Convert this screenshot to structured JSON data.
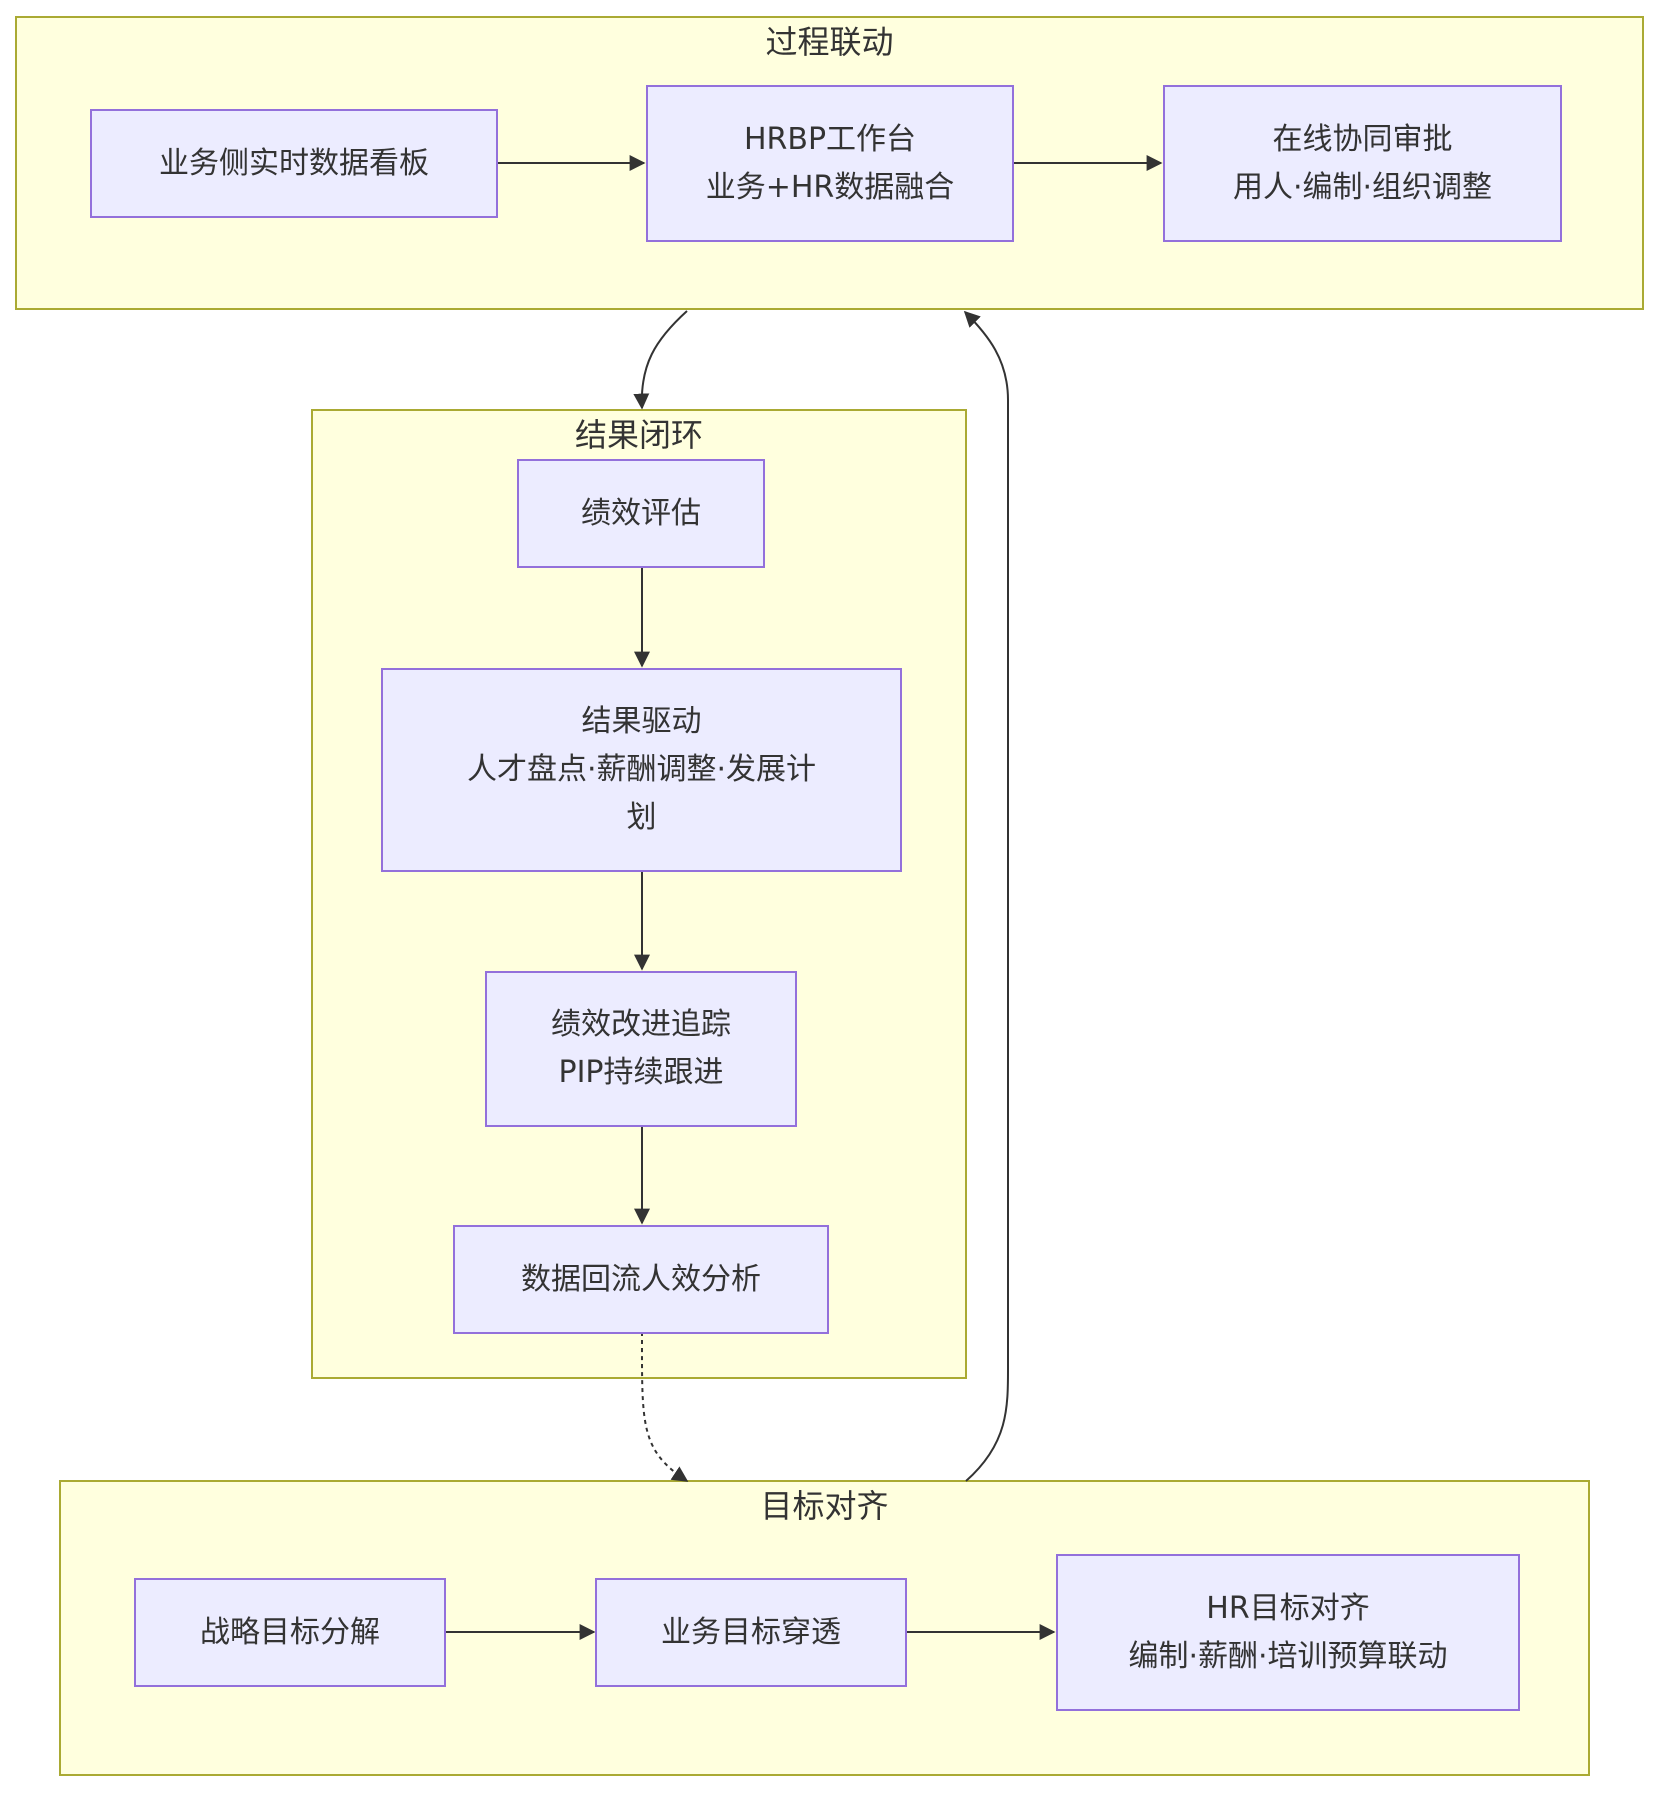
{
  "clusters": {
    "process": {
      "title": "过程联动"
    },
    "result": {
      "title": "结果闭环"
    },
    "goal": {
      "title": "目标对齐"
    }
  },
  "nodes": {
    "dashboard": {
      "lines": [
        "业务侧实时数据看板"
      ]
    },
    "hrbp": {
      "lines": [
        "HRBP工作台",
        "业务+HR数据融合"
      ]
    },
    "approval": {
      "lines": [
        "在线协同审批",
        "用人·编制·组织调整"
      ]
    },
    "evaluation": {
      "lines": [
        "绩效评估"
      ]
    },
    "result_driven": {
      "lines": [
        "结果驱动",
        "人才盘点·薪酬调整·发展计",
        "划"
      ]
    },
    "pip": {
      "lines": [
        "绩效改进追踪",
        "PIP持续跟进"
      ]
    },
    "dataflow": {
      "lines": [
        "数据回流人效分析"
      ]
    },
    "strategy": {
      "lines": [
        "战略目标分解"
      ]
    },
    "business": {
      "lines": [
        "业务目标穿透"
      ]
    },
    "hr_goal": {
      "lines": [
        "HR目标对齐",
        "编制·薪酬·培训预算联动"
      ]
    }
  },
  "colors": {
    "cluster_fill": "#ffffde",
    "cluster_stroke": "#aaaa33",
    "node_fill": "#ececff",
    "node_stroke": "#9370db",
    "edge": "#333333"
  }
}
